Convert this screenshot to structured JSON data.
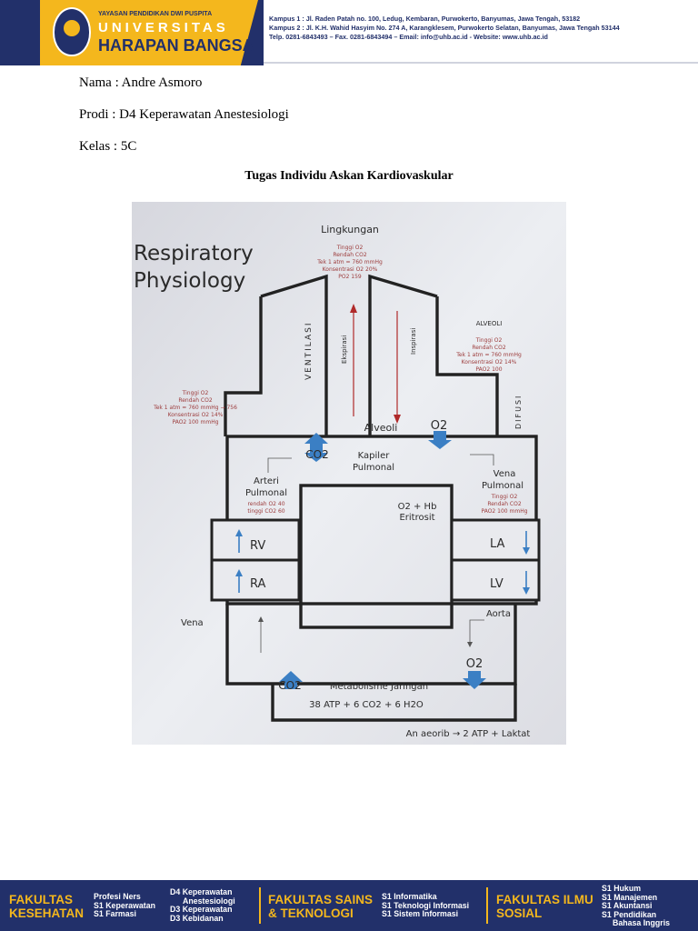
{
  "letterhead": {
    "foundation": "YAYASAN PENDIDIKAN DWI PUSPITA",
    "univ_line1": "UNIVERSITAS",
    "univ_line2": "HARAPAN BANGSA",
    "campus1": "Kampus 1 : Jl. Raden Patah no. 100, Ledug, Kembaran, Purwokerto, Banyumas, Jawa Tengah, 53182",
    "campus2": "Kampus 2 : Jl. K.H. Wahid Hasyim No. 274 A, Karangklesem, Purwokerto Selatan, Banyumas, Jawa Tengah 53144",
    "contact": "Telp. 0281-6843493 – Fax. 0281-6843494 – Email: info@uhb.ac.id - Website: www.uhb.ac.id",
    "colors": {
      "navy": "#22306a",
      "gold": "#f4b71d"
    }
  },
  "student": {
    "name": "Nama : Andre Asmoro",
    "program": "Prodi : D4 Keperawatan Anestesiologi",
    "class": "Kelas : 5C"
  },
  "document": {
    "title": "Tugas Individu Askan Kardiovaskular"
  },
  "diagram": {
    "title_line1": "Respiratory",
    "title_line2": "Physiology",
    "lingkungan": "Lingkungan",
    "lingkungan_notes": [
      "Tinggi O2",
      "Rendah CO2",
      "Tek 1 atm = 760 mmHg",
      "Konsentrasi O2 20%",
      "PO2 159"
    ],
    "ventilasi": "VENTILASI",
    "ekspirasi": "Ekspirasi",
    "inspirasi": "Inspirasi",
    "alveoli_label": "ALVEOLI",
    "alveoli_notes": [
      "Tinggi O2",
      "Rendah CO2",
      "Tek 1 atm = 760 mmHg",
      "Konsentrasi O2 14%",
      "PAO2 100"
    ],
    "difusi": "DIFUSI",
    "left_notes": [
      "Tinggi O2",
      "Rendah CO2",
      "Tek 1 atm = 760 mmHg → 756",
      "Konsentrasi O2 14%",
      "PAO2 100 mmHg"
    ],
    "alveoli": "Alveoli",
    "o2_top": "O2",
    "co2_top": "CO2",
    "kapiler_1": "Kapiler",
    "kapiler_2": "Pulmonal",
    "arteri_1": "Arteri",
    "arteri_2": "Pulmonal",
    "arteri_notes": [
      "rendah O2 40",
      "tinggi CO2 60"
    ],
    "vena_p_1": "Vena",
    "vena_p_2": "Pulmonal",
    "vena_p_notes": [
      "Tinggi O2",
      "Rendah CO2",
      "PAO2 100 mmHg"
    ],
    "o2hb": "O2 + Hb",
    "eritrosit": "Eritrosit",
    "rv": "RV",
    "ra": "RA",
    "la": "LA",
    "lv": "LV",
    "vena": "Vena",
    "aorta": "Aorta",
    "o2_bottom": "O2",
    "co2_bottom": "CO2",
    "metabolisme": "Metabolisme Jaringan",
    "atp": "38 ATP + 6 CO2 + 6 H2O",
    "anaerob": "An aeorib → 2 ATP + Laktat"
  },
  "footer": {
    "fk_1": "FAKULTAS",
    "fk_2": "KESEHATAN",
    "fk_progs_a": [
      "Profesi Ners",
      "S1 Keperawatan",
      "S1 Farmasi"
    ],
    "fk_progs_b": [
      "D4 Keperawatan",
      "Anestesiologi",
      "D3 Keperawatan",
      "D3 Kebidanan"
    ],
    "fst_1": "FAKULTAS SAINS",
    "fst_2": "& TEKNOLOGI",
    "fst_progs": [
      "S1 Informatika",
      "S1 Teknologi Informasi",
      "S1 Sistem Informasi"
    ],
    "fis_1": "FAKULTAS ILMU",
    "fis_2": "SOSIAL",
    "fis_progs": [
      "S1 Hukum",
      "S1 Manajemen",
      "S1 Akuntansi",
      "S1 Pendidikan",
      "Bahasa Inggris"
    ]
  }
}
